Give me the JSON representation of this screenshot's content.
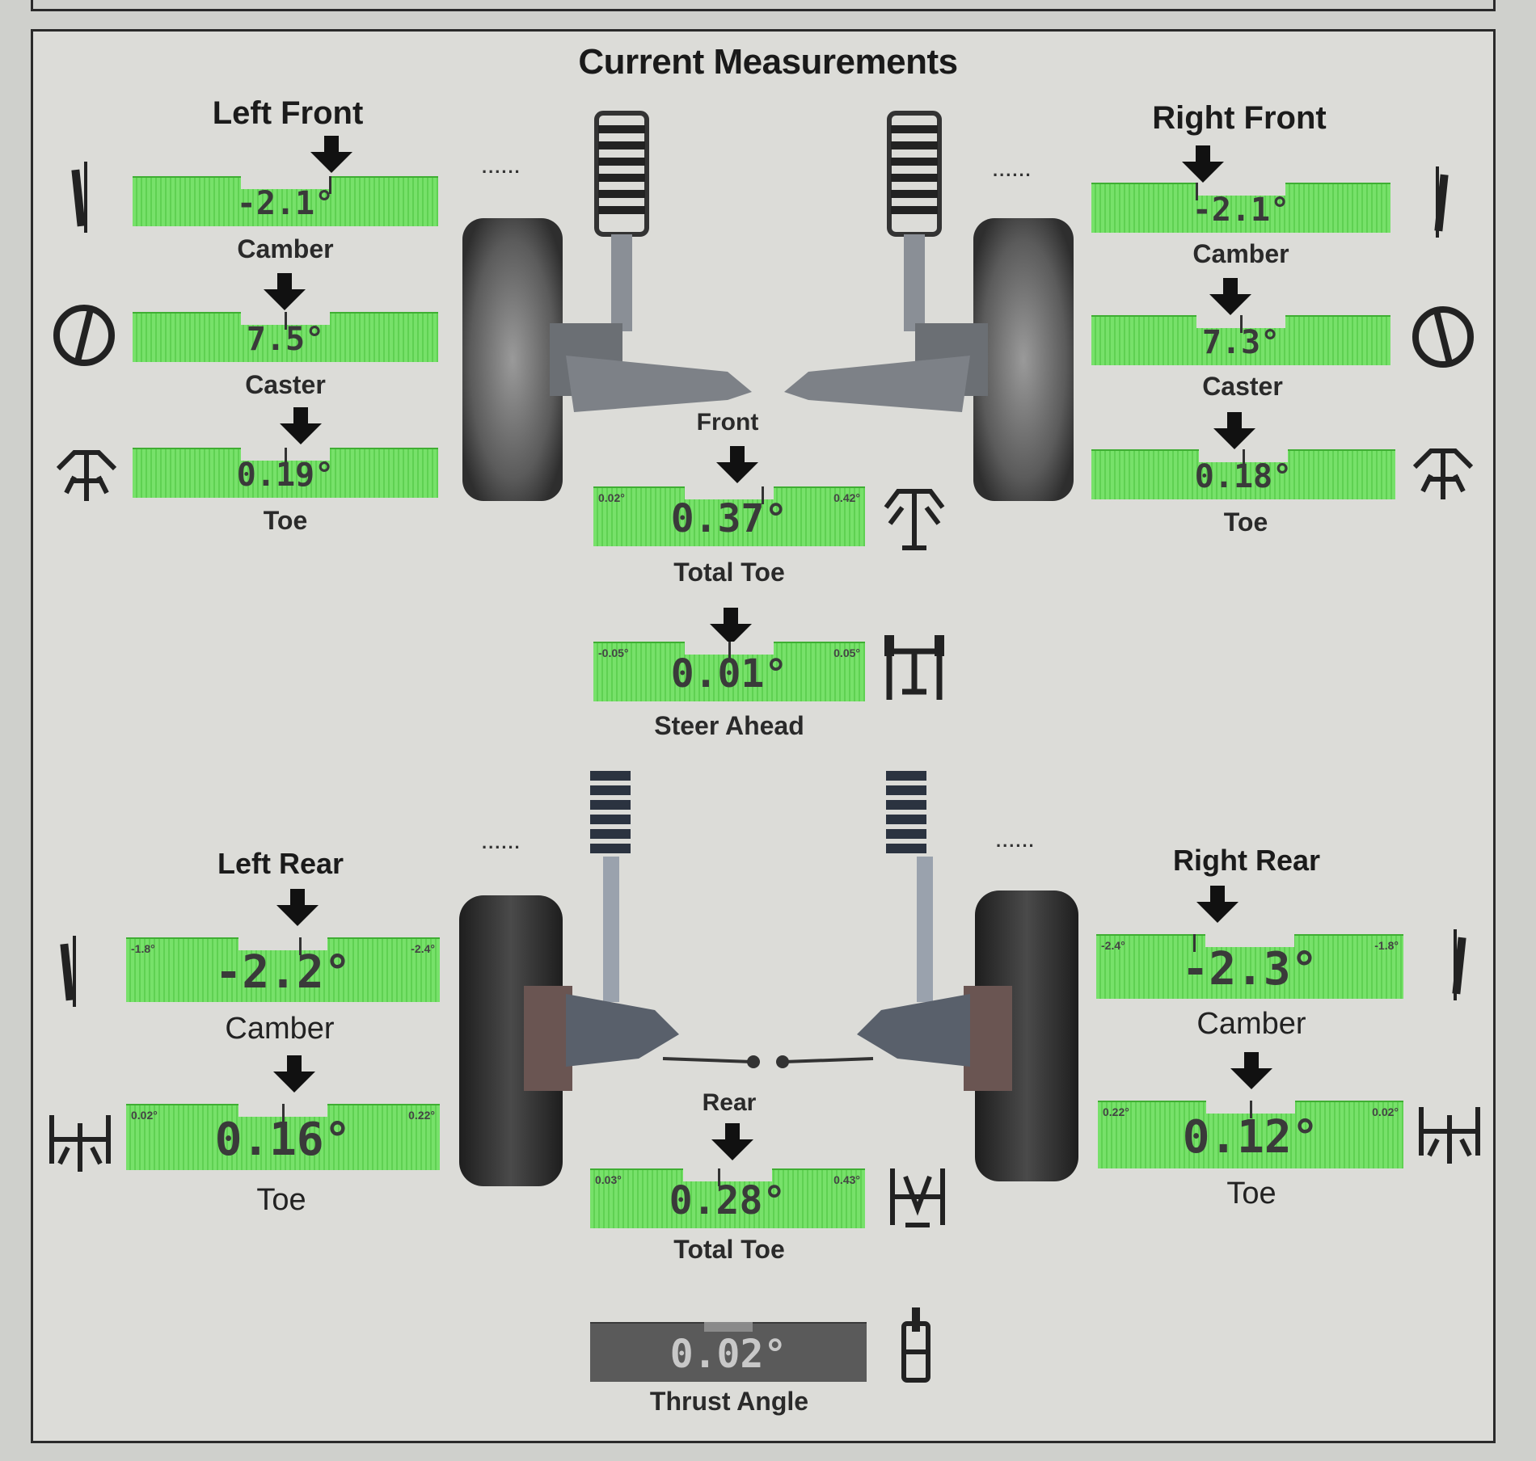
{
  "title": "Current Measurements",
  "dots": "......",
  "left_front": {
    "heading": "Left Front",
    "camber": {
      "value": "-2.1°",
      "label": "Camber"
    },
    "caster": {
      "value": "7.5°",
      "label": "Caster"
    },
    "toe": {
      "value": "0.19°",
      "label": "Toe"
    }
  },
  "right_front": {
    "heading": "Right Front",
    "camber": {
      "value": "-2.1°",
      "label": "Camber"
    },
    "caster": {
      "value": "7.3°",
      "label": "Caster"
    },
    "toe": {
      "value": "0.18°",
      "label": "Toe"
    }
  },
  "front_center": {
    "heading": "Front",
    "total_toe": {
      "value": "0.37°",
      "label": "Total Toe",
      "min": "0.02°",
      "max": "0.42°"
    },
    "steer_ahead": {
      "value": "0.01°",
      "label": "Steer Ahead",
      "min": "-0.05°",
      "max": "0.05°"
    }
  },
  "left_rear": {
    "heading": "Left Rear",
    "camber": {
      "value": "-2.2°",
      "label": "Camber",
      "min": "-1.8°",
      "max": "-2.4°"
    },
    "toe": {
      "value": "0.16°",
      "label": "Toe",
      "min": "0.02°",
      "max": "0.22°"
    }
  },
  "right_rear": {
    "heading": "Right Rear",
    "camber": {
      "value": "-2.3°",
      "label": "Camber",
      "min": "-2.4°",
      "max": "-1.8°"
    },
    "toe": {
      "value": "0.12°",
      "label": "Toe",
      "min": "0.22°",
      "max": "0.02°"
    }
  },
  "rear_center": {
    "heading": "Rear",
    "total_toe": {
      "value": "0.28°",
      "label": "Total Toe",
      "min": "0.03°",
      "max": "0.43°"
    }
  },
  "thrust": {
    "value": "0.02°",
    "label": "Thrust Angle"
  },
  "colors": {
    "in_spec": "#6fdc62",
    "neutral": "#5a5a5a",
    "background": "#dcdcd8"
  }
}
